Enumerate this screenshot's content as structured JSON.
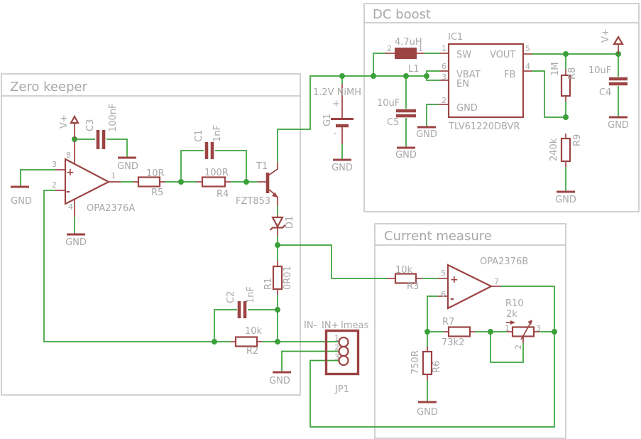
{
  "colors": {
    "wire_green": "#3aa13a",
    "component_red": "#9c4343",
    "label_gray": "#a8a8a8",
    "frame_gray": "#c2c2c2",
    "background": "#ffffff"
  },
  "labels": {
    "gnd": "GND",
    "vplus": "V+"
  },
  "sections": {
    "zero_keeper": {
      "title": "Zero keeper"
    },
    "dc_boost": {
      "title": "DC boost"
    },
    "current_measure": {
      "title": "Current measure"
    }
  },
  "components": {
    "opamp_a": {
      "ref": "OPA2376A",
      "pin_noninv": "3",
      "pin_inv": "2",
      "pin_out": "1",
      "pin_vcc": "8",
      "pin_gnd": "4",
      "plus": "+",
      "minus": "-"
    },
    "c3": {
      "ref": "C3",
      "value": "100nF"
    },
    "c1": {
      "ref": "C1",
      "value": "1nF"
    },
    "c2": {
      "ref": "C2",
      "value": "1nF"
    },
    "r5": {
      "ref": "R5",
      "value": "10R"
    },
    "r4": {
      "ref": "R4",
      "value": "100R"
    },
    "r1": {
      "ref": "R1",
      "value": "0R01"
    },
    "r2": {
      "ref": "R2",
      "value": "10k"
    },
    "t1": {
      "ref": "T1",
      "value": "FZT853"
    },
    "d1": {
      "ref": "D1"
    },
    "jp1": {
      "ref": "JP1",
      "pin1": "1",
      "pin2": "2",
      "pin3": "3",
      "label_in_minus": "IN-",
      "label_in_plus": "IN+",
      "label_imeas": "Imeas"
    },
    "g1": {
      "ref": "G1",
      "value": "1.2V NiMH",
      "plus": "+",
      "minus": "-"
    },
    "l1": {
      "ref": "L1",
      "value": "4.7uH",
      "pin1": "1",
      "pin2": "2"
    },
    "ic1": {
      "ref": "IC1",
      "value": "TLV61220DBVR",
      "pins": {
        "sw": {
          "name": "SW",
          "num": "1"
        },
        "vbat": {
          "name": "VBAT",
          "num": "6"
        },
        "en": {
          "name": "EN",
          "num": "3"
        },
        "gnd": {
          "name": "GND",
          "num": "2"
        },
        "vout": {
          "name": "VOUT",
          "num": "5"
        },
        "fb": {
          "name": "FB",
          "num": "4"
        }
      }
    },
    "c5": {
      "ref": "C5",
      "value": "10uF"
    },
    "c4": {
      "ref": "C4",
      "value": "10uF"
    },
    "r8": {
      "ref": "R8",
      "value": "1M"
    },
    "r9": {
      "ref": "R9",
      "value": "240k"
    },
    "r3": {
      "ref": "R3",
      "value": "10k"
    },
    "opamp_b": {
      "ref": "OPA2376B",
      "pin_noninv": "5",
      "pin_inv": "6",
      "pin_out": "7",
      "plus": "+",
      "minus": "-"
    },
    "r7": {
      "ref": "R7",
      "value": "73k2"
    },
    "r6": {
      "ref": "R6",
      "value": "750R"
    },
    "r10": {
      "ref": "R10",
      "value": "2k",
      "pin1": "1",
      "pin2": "2",
      "pin3": "3"
    }
  }
}
